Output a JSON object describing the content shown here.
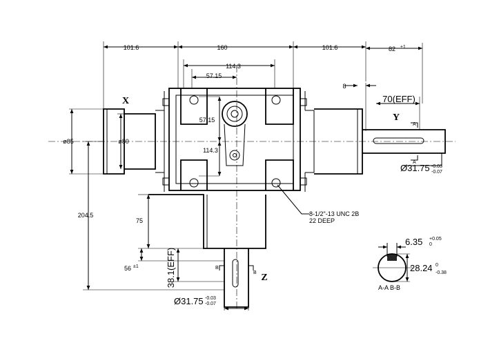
{
  "labels": {
    "shaft_x": "X",
    "shaft_y": "Y",
    "shaft_z": "Z",
    "section_a": "A",
    "section_b": "B"
  },
  "dims": {
    "d_101_6_left": "101.6",
    "d_160": "160",
    "d_101_6_right": "101.6",
    "d_82": "82",
    "d_82_tol": "±1",
    "d_114_3_top": "114.3",
    "d_57_15_top": "57.15",
    "d_57_15_side": "57.15",
    "d_114_3_side": "114.3",
    "d_8": "8",
    "d_70_eff": "70(EFF)",
    "d_phi85": "ø85",
    "d_phi80": "ø80",
    "d_204_5": "204.5",
    "d_75": "75",
    "d_56": "56",
    "d_56_tol": "±1",
    "d_38_1_eff": "38.1(EFF)",
    "d_shaft_y": "Ø31.75",
    "d_shaft_y_tol_up": "-0.03",
    "d_shaft_y_tol_dn": "-0.07",
    "d_shaft_z": "Ø31.75",
    "d_shaft_z_tol_up": "-0.03",
    "d_shaft_z_tol_dn": "-0.07",
    "d_keyway_w": "6.35",
    "d_keyway_w_tol_up": "+0.05",
    "d_keyway_w_tol_dn": "0",
    "d_keyway_d": "28.24",
    "d_keyway_d_tol_up": "0",
    "d_keyway_d_tol_dn": "-0.38"
  },
  "notes": {
    "thread_line1": "8-1/2\"-13 UNC 2B",
    "thread_line2": "22 DEEP",
    "section_caption": "A-A  B-B"
  }
}
